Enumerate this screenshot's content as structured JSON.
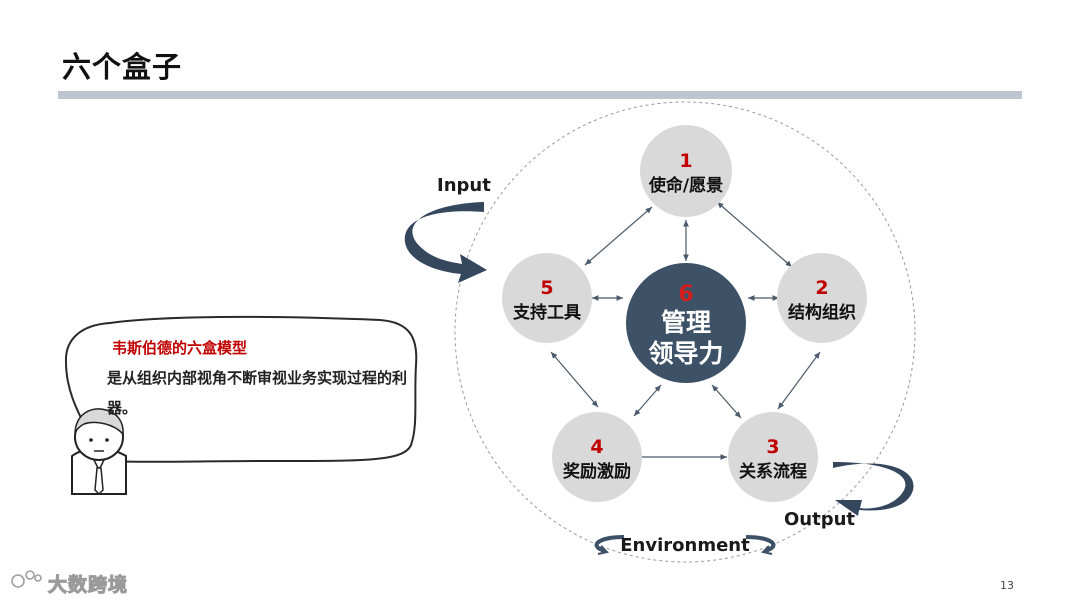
{
  "title": "六个盒子",
  "diagram": {
    "nodes": [
      {
        "number": "1",
        "label": "使命/愿景"
      },
      {
        "number": "2",
        "label": "结构组织"
      },
      {
        "number": "3",
        "label": "关系流程"
      },
      {
        "number": "4",
        "label": "奖励激励"
      },
      {
        "number": "5",
        "label": "支持工具"
      }
    ],
    "center": {
      "number": "6",
      "line1": "管理",
      "line2": "领导力"
    },
    "input_label": "Input",
    "output_label": "Output",
    "environment_label": "Environment"
  },
  "callout": {
    "title": "韦斯伯德的六盒模型",
    "body": "是从组织内部视角不断审视业务实现过程的利器。"
  },
  "colors": {
    "node_fill": "#d9d9d9",
    "center_fill": "#3d5167",
    "number_red": "#c00000",
    "arrow_dark": "#34475d",
    "title_rule": "#bcc5d0"
  },
  "watermark": "大数跨境",
  "page_number": "13"
}
